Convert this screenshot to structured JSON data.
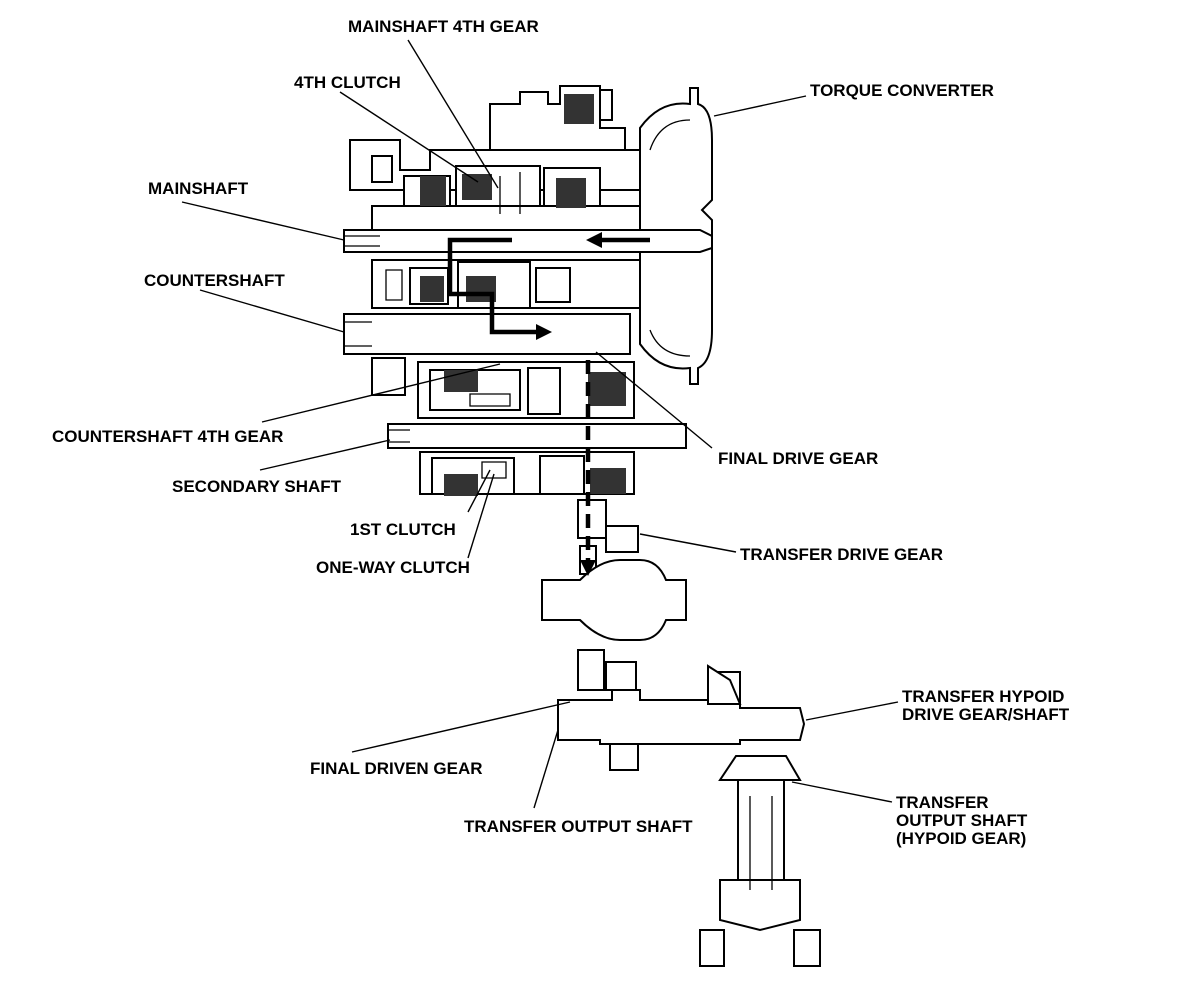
{
  "labels": {
    "mainshaft_4th_gear": "MAINSHAFT 4TH GEAR",
    "fourth_clutch": "4TH CLUTCH",
    "torque_converter": "TORQUE CONVERTER",
    "mainshaft": "MAINSHAFT",
    "countershaft": "COUNTERSHAFT",
    "countershaft_4th_gear": "COUNTERSHAFT 4TH GEAR",
    "secondary_shaft": "SECONDARY SHAFT",
    "final_drive_gear": "FINAL DRIVE GEAR",
    "first_clutch": "1ST CLUTCH",
    "one_way_clutch": "ONE-WAY CLUTCH",
    "transfer_drive_gear": "TRANSFER DRIVE GEAR",
    "transfer_hypoid_line1": "TRANSFER HYPOID",
    "transfer_hypoid_line2": "DRIVE GEAR/SHAFT",
    "final_driven_gear": "FINAL DRIVEN GEAR",
    "transfer_output_shaft": "TRANSFER OUTPUT SHAFT",
    "transfer_output_hypoid_line1": "TRANSFER",
    "transfer_output_hypoid_line2": "OUTPUT SHAFT",
    "transfer_output_hypoid_line3": "(HYPOID GEAR)"
  }
}
